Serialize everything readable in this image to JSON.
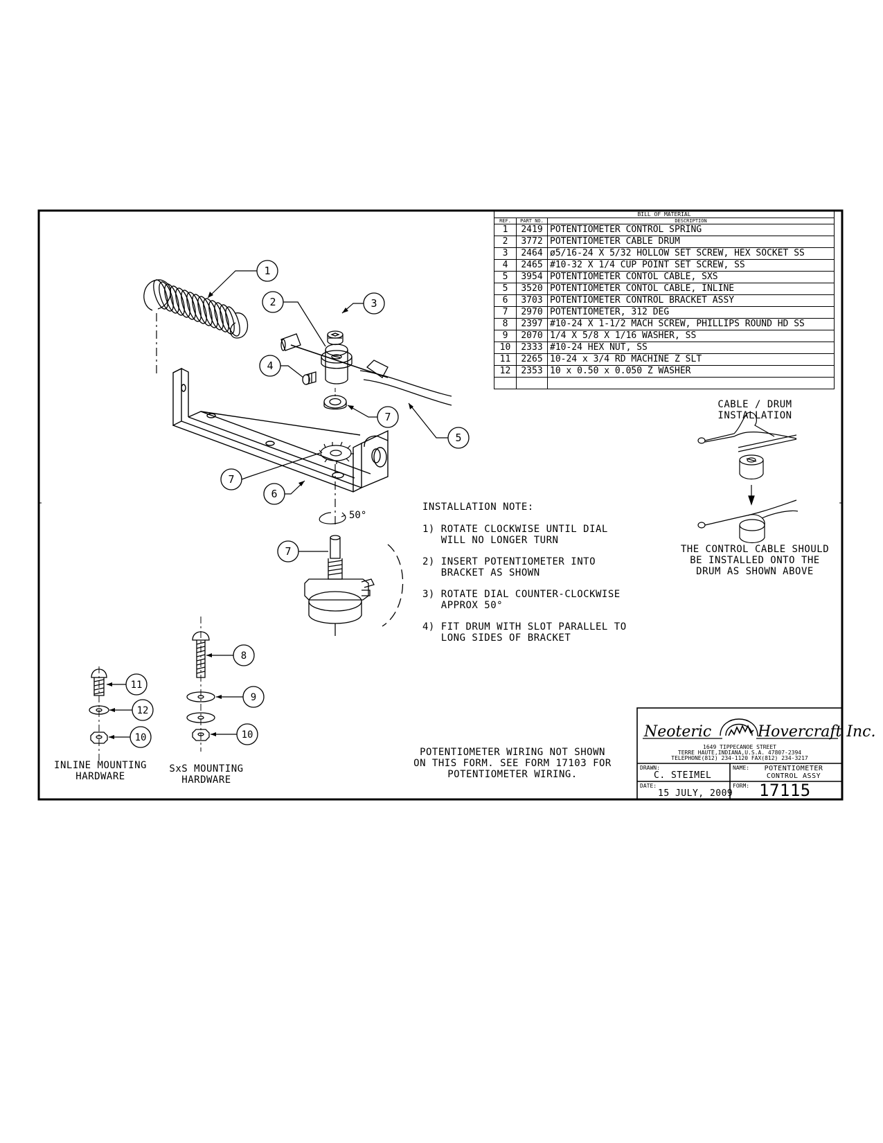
{
  "bill_of_material": {
    "title": "BILL OF MATERIAL",
    "col_ref": "REF.",
    "col_part": "PART NO.",
    "col_desc": "DESCRIPTION",
    "rows": [
      {
        "ref": "1",
        "part": "2419",
        "desc": "POTENTIOMETER CONTROL SPRING"
      },
      {
        "ref": "2",
        "part": "3772",
        "desc": "POTENTIOMETER CABLE DRUM"
      },
      {
        "ref": "3",
        "part": "2464",
        "desc": "ø5/16-24 X 5/32 HOLLOW SET SCREW, HEX SOCKET SS"
      },
      {
        "ref": "4",
        "part": "2465",
        "desc": "#10-32 X 1/4 CUP POINT SET SCREW, SS"
      },
      {
        "ref": "5",
        "part": "3954",
        "desc": "POTENTIOMETER CONTOL CABLE, SXS"
      },
      {
        "ref": "5",
        "part": "3520",
        "desc": "POTENTIOMETER CONTOL CABLE, INLINE"
      },
      {
        "ref": "6",
        "part": "3703",
        "desc": "POTENTIOMETER CONTROL BRACKET ASSY"
      },
      {
        "ref": "7",
        "part": "2970",
        "desc": "POTENTIOMETER,  312 DEG"
      },
      {
        "ref": "8",
        "part": "2397",
        "desc": "#10-24 X 1-1/2 MACH SCREW, PHILLIPS ROUND HD SS"
      },
      {
        "ref": "9",
        "part": "2070",
        "desc": "1/4 X 5/8 X 1/16 WASHER, SS"
      },
      {
        "ref": "10",
        "part": "2333",
        "desc": "#10-24 HEX NUT, SS"
      },
      {
        "ref": "11",
        "part": "2265",
        "desc": "10-24 x 3/4 RD MACHINE Z SLT"
      },
      {
        "ref": "12",
        "part": "2353",
        "desc": "10 x 0.50 x 0.050 Z WASHER"
      },
      {
        "ref": "",
        "part": "",
        "desc": ""
      }
    ]
  },
  "balloons": {
    "b1": "1",
    "b2": "2",
    "b3": "3",
    "b4": "4",
    "b5": "5",
    "b6": "6",
    "b7a": "7",
    "b7b": "7",
    "b7c": "7",
    "b8": "8",
    "b9": "9",
    "b10a": "10",
    "b10b": "10",
    "b11": "11",
    "b12": "12"
  },
  "angle_label": "50°",
  "cable_drum": {
    "title": "CABLE / DRUM\nINSTALLATION",
    "note": "THE CONTROL CABLE SHOULD\nBE INSTALLED ONTO THE\nDRUM AS SHOWN ABOVE"
  },
  "installation_note": {
    "heading": "INSTALLATION NOTE:",
    "steps": [
      "1) ROTATE CLOCKWISE UNTIL DIAL\n   WILL NO LONGER TURN",
      "2) INSERT POTENTIOMETER INTO\n   BRACKET AS SHOWN",
      "3) ROTATE DIAL COUNTER-CLOCKWISE\n   APPROX 50°",
      "4) FIT DRUM WITH SLOT PARALLEL TO\n   LONG SIDES OF BRACKET"
    ]
  },
  "hardware_labels": {
    "inline": "INLINE MOUNTING\nHARDWARE",
    "sxs": "SxS MOUNTING\nHARDWARE"
  },
  "wiring_note": "POTENTIOMETER WIRING NOT SHOWN\nON THIS FORM. SEE FORM 17103 FOR\nPOTENTIOMETER WIRING.",
  "title_block": {
    "company_left": "Neoteric",
    "company_right": "Hovercraft Inc.",
    "address": "1649 TIPPECANOE STREET",
    "city": "TERRE HAUTE,INDIANA,U.S.A. 47807-2394",
    "phone": "TELEPHONE(812) 234-1120   FAX(812) 234-3217",
    "drawn_label": "DRAWN:",
    "drawn_value": "C. STEIMEL",
    "name_label": "NAME:",
    "name_value": "POTENTIOMETER\nCONTROL ASSY",
    "date_label": "DATE:",
    "date_value": "15 JULY, 2009",
    "form_label": "FORM:",
    "form_value": "17115"
  }
}
